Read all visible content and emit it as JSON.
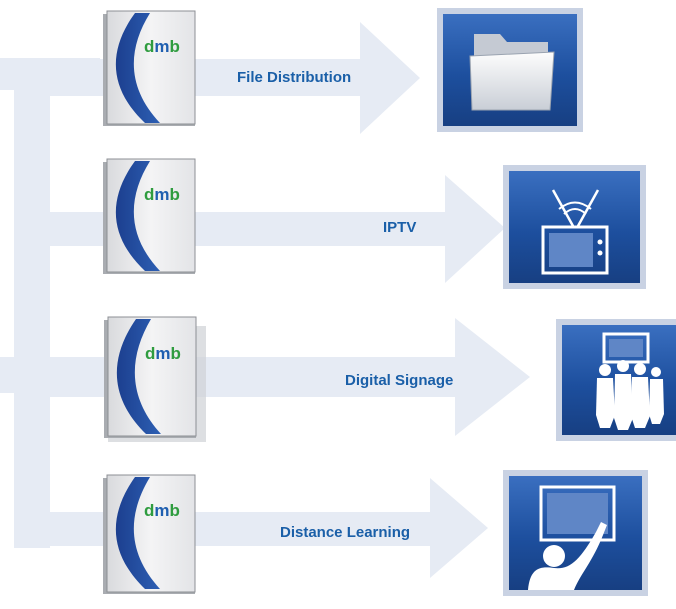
{
  "logo_text": "dmb",
  "colors": {
    "arrow": "#e6ebf4",
    "label": "#1a5fa8",
    "tile": "#1e4f9c",
    "logo_d": "#2f9c3f",
    "logo_m": "#1f5fb0",
    "logo_b": "#2f9c3f"
  },
  "branches": [
    {
      "label": "File Distribution",
      "icon": "folder-icon"
    },
    {
      "label": "IPTV",
      "icon": "television-icon"
    },
    {
      "label": "Digital Signage",
      "icon": "digital-signage-audience-icon"
    },
    {
      "label": "Distance Learning",
      "icon": "distance-learning-icon"
    }
  ]
}
